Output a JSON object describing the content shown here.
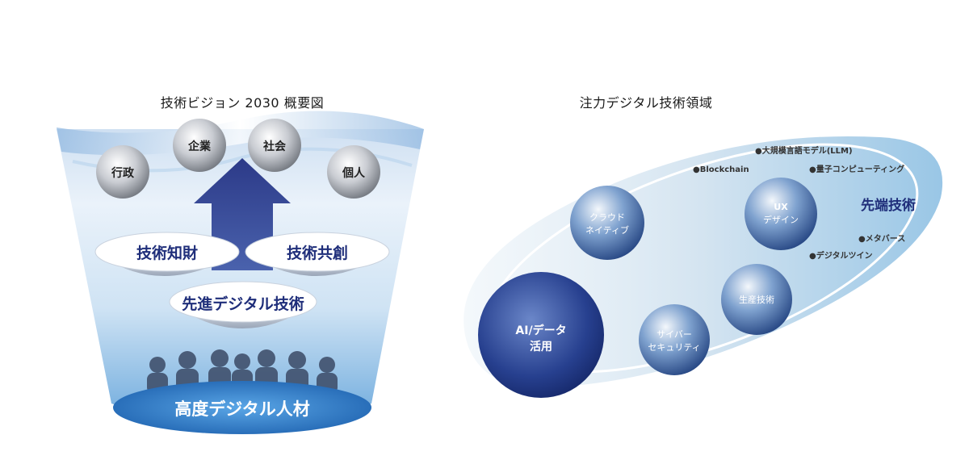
{
  "left_diagram": {
    "title": "技術ビジョン 2030 概要図",
    "stakeholders": [
      "行政",
      "企業",
      "社会",
      "個人"
    ],
    "pillars": {
      "left": "技術知財",
      "right": "技術共創",
      "center": "先進デジタル技術"
    },
    "base": "高度デジタル人材"
  },
  "right_diagram": {
    "title": "注力デジタル技術領域",
    "spheres": {
      "ai": [
        "AI/データ",
        "活用"
      ],
      "cloud": [
        "クラウド",
        "ネイティブ"
      ],
      "ux": [
        "UX",
        "デザイン"
      ],
      "production": "生産技術",
      "security": [
        "サイバー",
        "セキュリティ"
      ]
    },
    "frontier_heading": "先端技術",
    "frontier_items": [
      "●大規模言語モデル(LLM)",
      "●Blockchain",
      "●量子コンピューティング",
      "●メタバース",
      "●デジタルツイン"
    ]
  },
  "colors": {
    "navy": "#1f2e7a",
    "arrow": "#2e3d8c",
    "funnel_light": "#dce9f6",
    "funnel_mid": "#7fb3df",
    "base_blue": "#2e79c4",
    "sphere_dark": "#1b2f7e"
  }
}
